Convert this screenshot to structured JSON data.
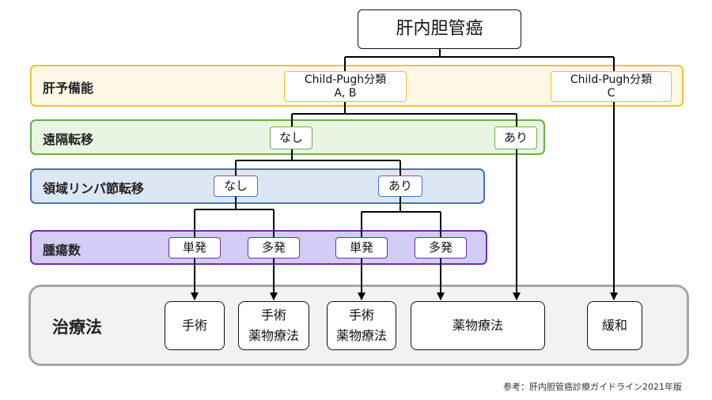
{
  "colors": {
    "liver_border": "#F2C230",
    "liver_fill": "#FFF8E6",
    "metastasis_border": "#6BAE4A",
    "metastasis_fill": "#EAF4E3",
    "lymph_border": "#4472C4",
    "lymph_fill": "#DDE6F4",
    "tumor_border": "#7030A0",
    "tumor_fill": "#D2CCF6",
    "treatment_border": "#A6A6A6",
    "treatment_fill": "#F2F2F2",
    "line": "#000000"
  },
  "title": "肝内胆管癌",
  "rows": {
    "liver": {
      "label": "肝予備能",
      "child_ab_line1": "Child-Pugh分類",
      "child_ab_line2": "A, B",
      "child_c_line1": "Child-Pugh分類",
      "child_c_line2": "C"
    },
    "metastasis": {
      "label": "遠隔転移",
      "none": "なし",
      "present": "あり"
    },
    "lymph": {
      "label": "領域リンパ節転移",
      "none": "なし",
      "present": "あり"
    },
    "tumor_count": {
      "label": "腫瘍数",
      "single_1": "単発",
      "multiple_1": "多発",
      "single_2": "単発",
      "multiple_2": "多発"
    },
    "treatment": {
      "label": "治療法",
      "surgery": "手術",
      "surgery_drug_1_line1": "手術",
      "surgery_drug_1_line2": "薬物療法",
      "surgery_drug_2_line1": "手術",
      "surgery_drug_2_line2": "薬物療法",
      "drug": "薬物療法",
      "palliative": "緩和"
    }
  },
  "reference": "参考：肝内胆管癌診療ガイドライン2021年版"
}
